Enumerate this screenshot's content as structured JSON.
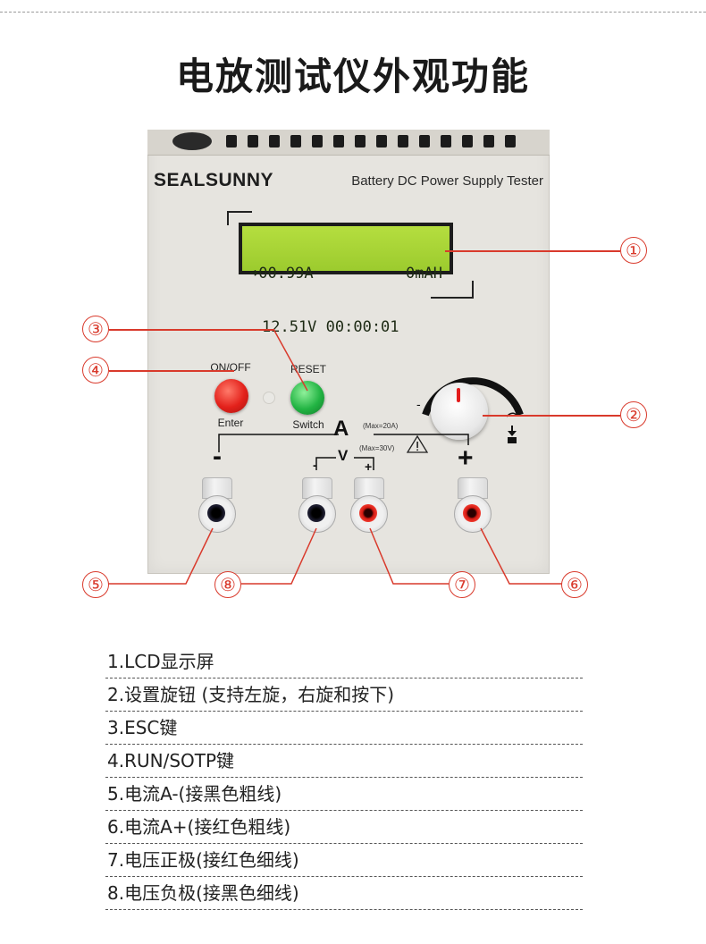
{
  "title": "电放测试仪外观功能",
  "device": {
    "brand": "SEALSUNNY",
    "subtitle": "Battery DC Power Supply Tester",
    "lcd": {
      "line1_left": "➜00.99A",
      "line1_right": "0mAH",
      "line2": "12.51V 00:00:01"
    },
    "btn_onoff_label": "ON/OFF",
    "btn_onoff_sub": "Enter",
    "btn_reset_label": "RESET",
    "btn_reset_sub": "Switch",
    "dial_minus": "-",
    "dial_plus": "+",
    "amp_symbol": "A",
    "amp_max": "(Max=20A)",
    "volt_symbol": "V",
    "volt_max": "(Max=30V)",
    "volt_minus": "-",
    "volt_plus": "+",
    "amp_minus": "-",
    "amp_plus": "+",
    "colors": {
      "red_button": "#e3211b",
      "green_button": "#22b443",
      "lcd": "#a9d436",
      "callout": "#d93a2c"
    }
  },
  "callouts": [
    "①",
    "②",
    "③",
    "④",
    "⑤",
    "⑥",
    "⑦",
    "⑧"
  ],
  "legend": [
    "1.LCD显示屏",
    "2.设置旋钮 (支持左旋，右旋和按下)",
    "3.ESC键",
    "4.RUN/SOTP键",
    "5.电流A-(接黑色粗线)",
    "6.电流A+(接红色粗线)",
    "7.电压正极(接红色细线)",
    "8.电压负极(接黑色细线)"
  ]
}
